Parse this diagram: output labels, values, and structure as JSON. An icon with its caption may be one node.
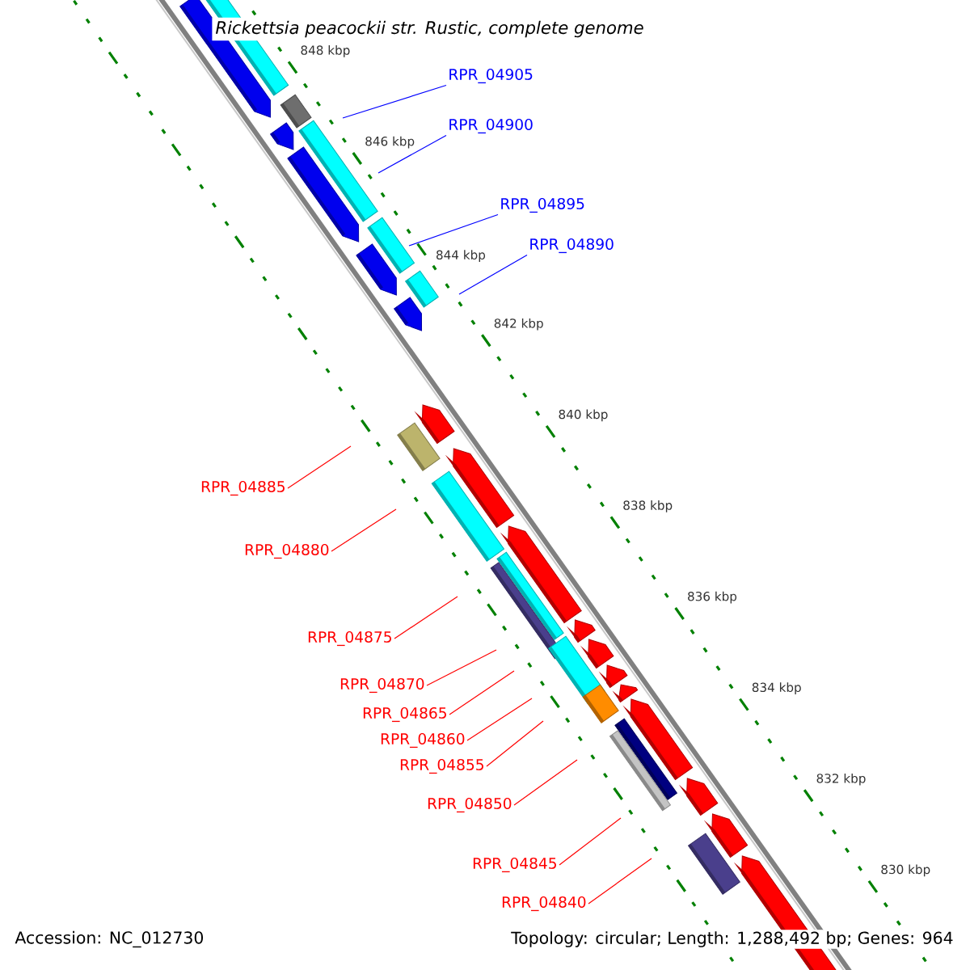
{
  "diagram": {
    "title": "Rickettsia peacockii str. Rustic, complete genome",
    "nodes": [
      {
        "text": [
          "RPR_04905"
        ]
      },
      {
        "text": [
          "RPR_04900"
        ]
      },
      {
        "text": [
          "RPR_04895"
        ]
      },
      {
        "text": [
          "RPR_04890"
        ]
      },
      {
        "text": [
          "RPR_04885"
        ]
      },
      {
        "text": [
          "RPR_04880"
        ]
      },
      {
        "text": [
          "RPR_04875"
        ]
      },
      {
        "text": [
          "RPR_04870"
        ]
      },
      {
        "text": [
          "RPR_04865"
        ]
      },
      {
        "text": [
          "RPR_04860"
        ]
      },
      {
        "text": [
          "RPR_04855"
        ]
      },
      {
        "text": [
          "RPR_04850"
        ]
      },
      {
        "text": [
          "RPR_04845"
        ]
      },
      {
        "text": [
          "RPR_04840"
        ]
      }
    ],
    "edges": [
      {
        "from": 0,
        "to": null,
        "arrow": "none",
        "color": "#0000ff"
      },
      {
        "from": 1,
        "to": null,
        "arrow": "none",
        "color": "#0000ff"
      },
      {
        "from": 2,
        "to": null,
        "arrow": "none",
        "color": "#0000ff"
      },
      {
        "from": 3,
        "to": null,
        "arrow": "none",
        "color": "#0000ff"
      },
      {
        "from": 4,
        "to": null,
        "arrow": "none"
      },
      {
        "from": 5,
        "to": null,
        "arrow": "none"
      },
      {
        "from": 6,
        "to": null,
        "arrow": "none"
      },
      {
        "from": 7,
        "to": null,
        "arrow": "none"
      },
      {
        "from": 8,
        "to": null,
        "arrow": "none"
      },
      {
        "from": 9,
        "to": null,
        "arrow": "none"
      },
      {
        "from": 10,
        "to": null,
        "arrow": "none"
      },
      {
        "from": 11,
        "to": null,
        "arrow": "none"
      },
      {
        "from": 12,
        "to": null,
        "arrow": "none"
      },
      {
        "from": 13,
        "to": null,
        "arrow": "none"
      }
    ],
    "labels": [
      "848 kbp",
      "846 kbp",
      "844 kbp",
      "842 kbp",
      "840 kbp",
      "838 kbp",
      "836 kbp",
      "834 kbp",
      "832 kbp",
      "830 kbp",
      "Accession: NC_012730",
      "Topology: circular; Length: 1,288,492 bp; Genes: 964"
    ]
  }
}
